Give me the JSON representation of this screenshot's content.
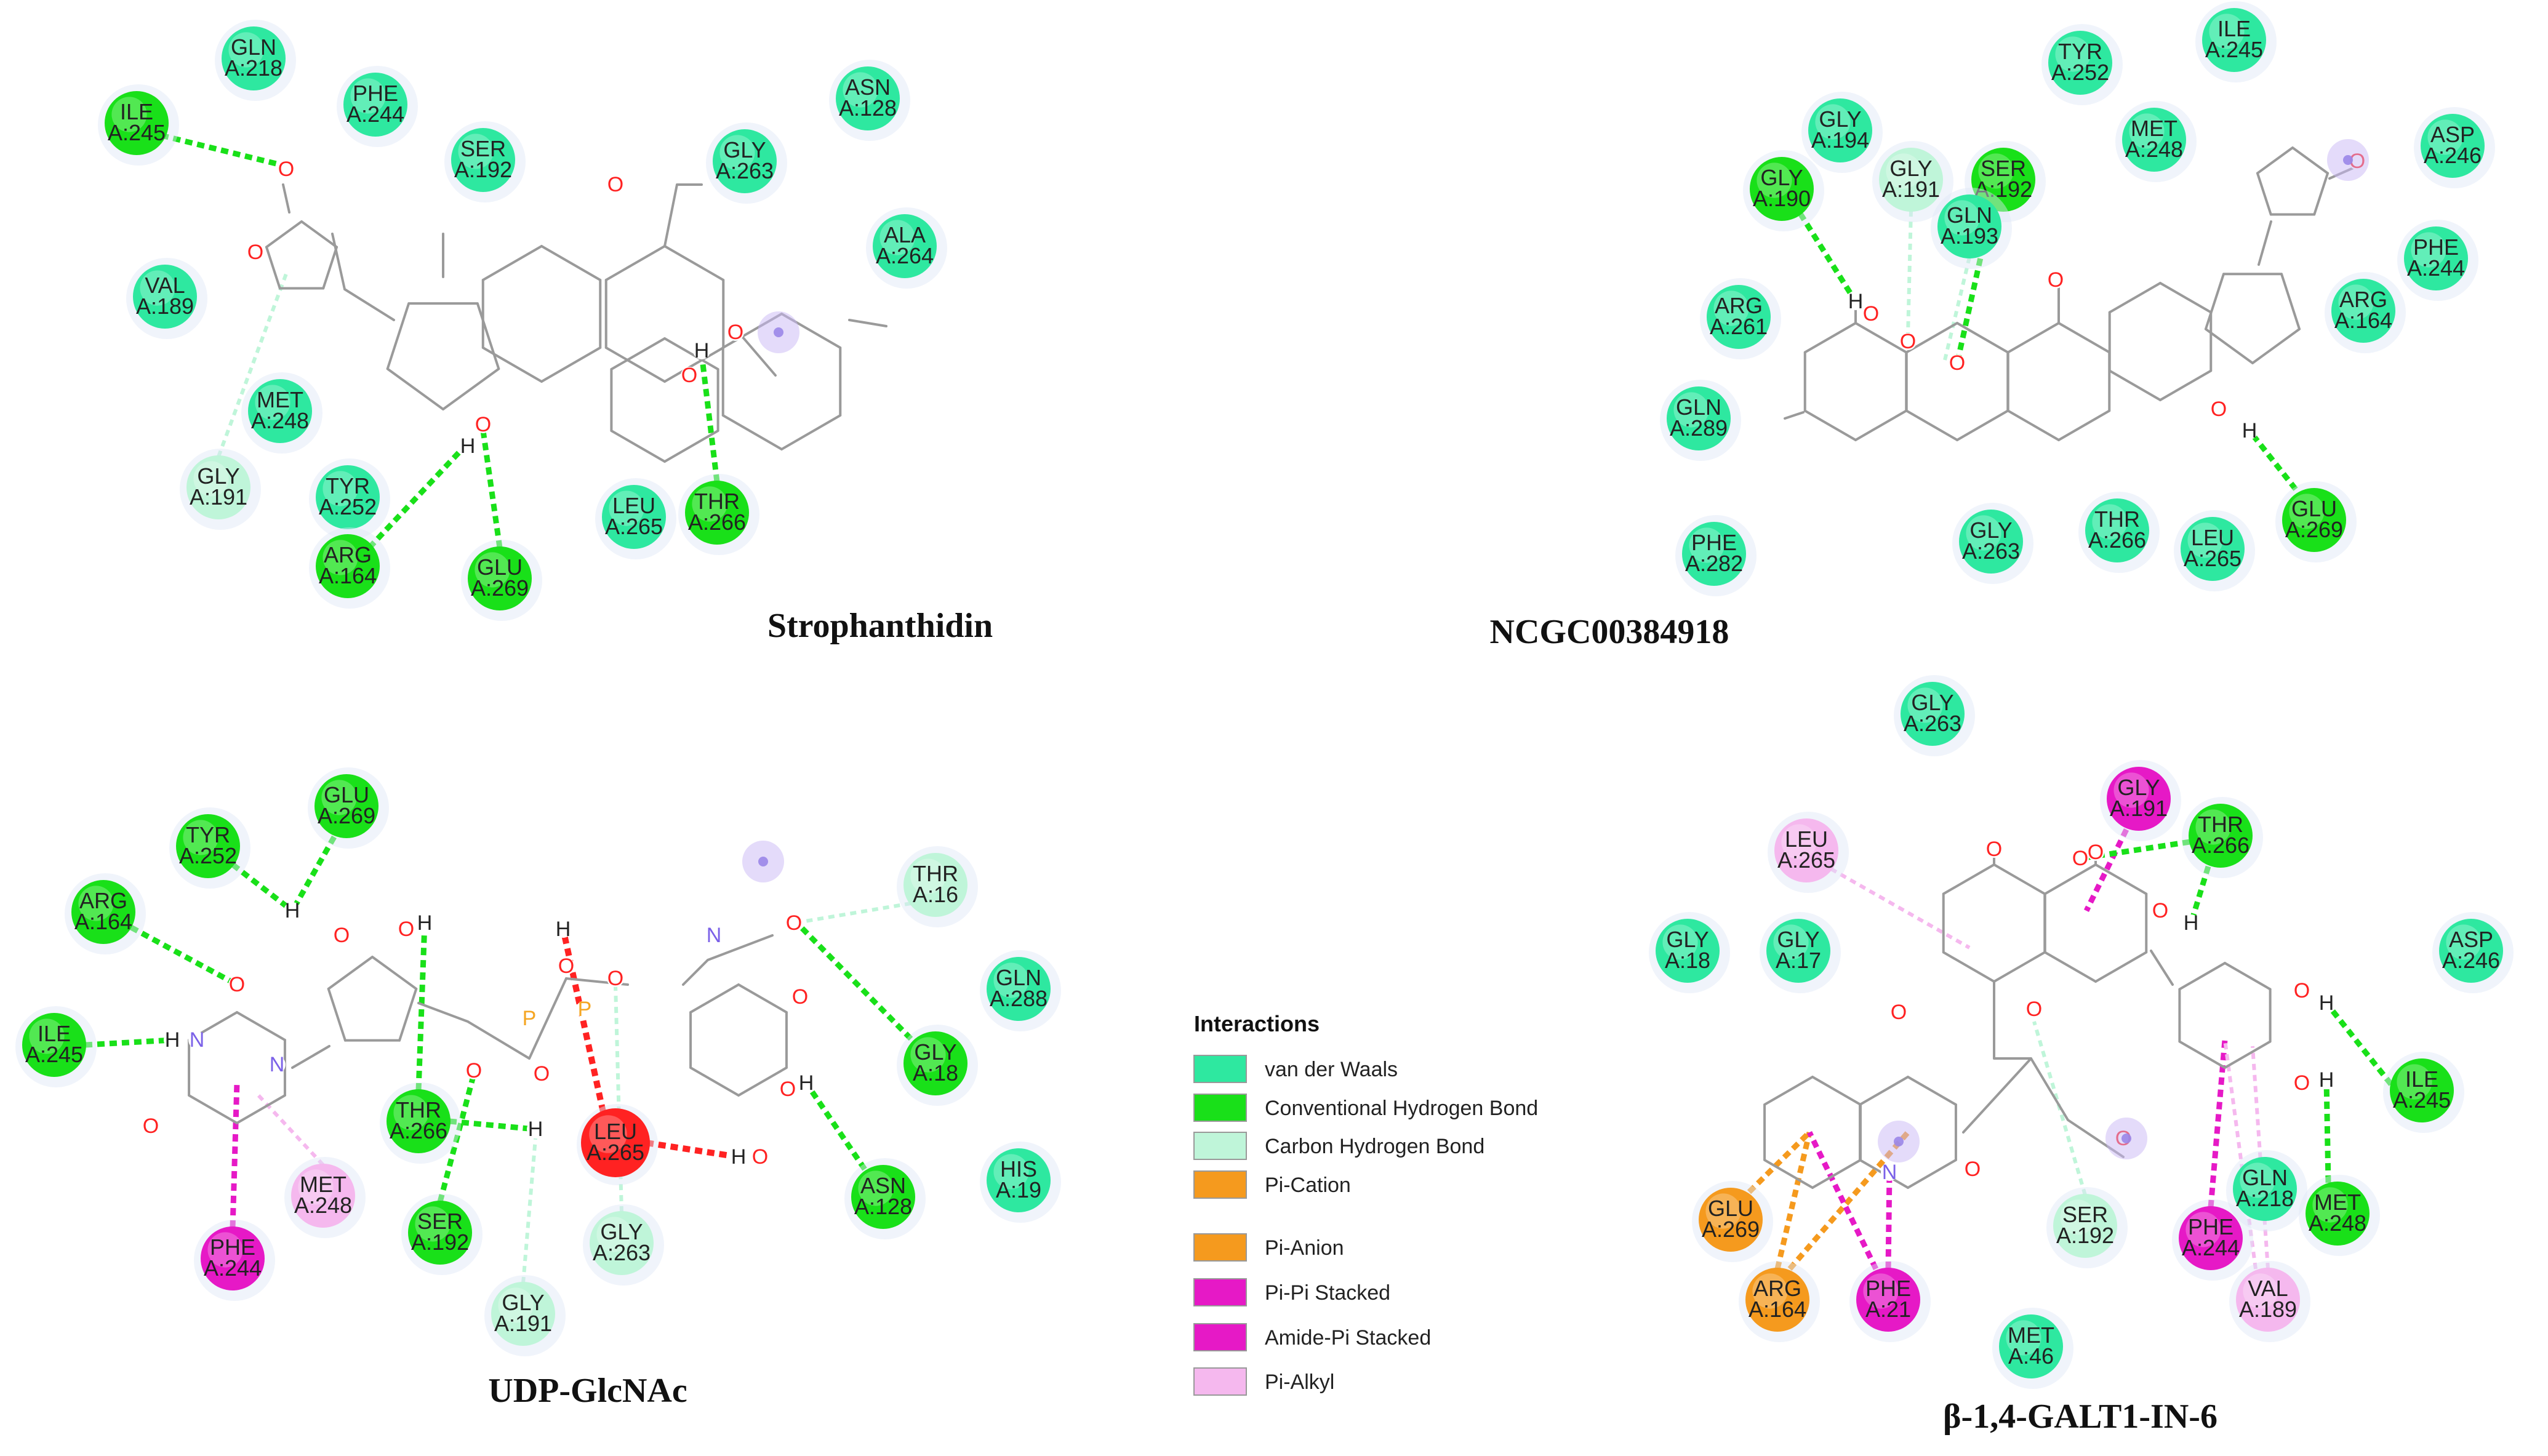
{
  "panels": [
    {
      "id": "p1",
      "title": "Strophanthidin",
      "residues": [
        {
          "name": "GLN",
          "num": "A:218",
          "type": "vdw"
        },
        {
          "name": "PHE",
          "num": "A:244",
          "type": "vdw"
        },
        {
          "name": "ILE",
          "num": "A:245",
          "type": "hbond"
        },
        {
          "name": "SER",
          "num": "A:192",
          "type": "vdw"
        },
        {
          "name": "ASN",
          "num": "A:128",
          "type": "vdw"
        },
        {
          "name": "GLY",
          "num": "A:263",
          "type": "vdw"
        },
        {
          "name": "ALA",
          "num": "A:264",
          "type": "vdw"
        },
        {
          "name": "VAL",
          "num": "A:189",
          "type": "vdw"
        },
        {
          "name": "MET",
          "num": "A:248",
          "type": "vdw"
        },
        {
          "name": "GLY",
          "num": "A:191",
          "type": "chbond"
        },
        {
          "name": "TYR",
          "num": "A:252",
          "type": "vdw"
        },
        {
          "name": "ARG",
          "num": "A:164",
          "type": "hbond"
        },
        {
          "name": "GLU",
          "num": "A:269",
          "type": "hbond"
        },
        {
          "name": "LEU",
          "num": "A:265",
          "type": "vdw"
        },
        {
          "name": "THR",
          "num": "A:266",
          "type": "hbond"
        }
      ]
    },
    {
      "id": "p2",
      "title": "NCGC00384918",
      "residues": [
        {
          "name": "TYR",
          "num": "A:252",
          "type": "vdw"
        },
        {
          "name": "ILE",
          "num": "A:245",
          "type": "vdw"
        },
        {
          "name": "GLY",
          "num": "A:194",
          "type": "vdw"
        },
        {
          "name": "MET",
          "num": "A:248",
          "type": "vdw"
        },
        {
          "name": "ASP",
          "num": "A:246",
          "type": "vdw"
        },
        {
          "name": "GLY",
          "num": "A:190",
          "type": "hbond"
        },
        {
          "name": "GLY",
          "num": "A:191",
          "type": "chbond"
        },
        {
          "name": "SER",
          "num": "A:192",
          "type": "hbond"
        },
        {
          "name": "GLN",
          "num": "A:193",
          "type": "vdw"
        },
        {
          "name": "PHE",
          "num": "A:244",
          "type": "vdw"
        },
        {
          "name": "ARG",
          "num": "A:164",
          "type": "vdw"
        },
        {
          "name": "ARG",
          "num": "A:261",
          "type": "vdw"
        },
        {
          "name": "GLN",
          "num": "A:289",
          "type": "vdw"
        },
        {
          "name": "PHE",
          "num": "A:282",
          "type": "vdw"
        },
        {
          "name": "GLY",
          "num": "A:263",
          "type": "vdw"
        },
        {
          "name": "THR",
          "num": "A:266",
          "type": "vdw"
        },
        {
          "name": "LEU",
          "num": "A:265",
          "type": "vdw"
        },
        {
          "name": "GLU",
          "num": "A:269",
          "type": "hbond"
        }
      ]
    },
    {
      "id": "p3",
      "title": "UDP-GlcNAc",
      "residues": [
        {
          "name": "GLU",
          "num": "A:269",
          "type": "hbond"
        },
        {
          "name": "TYR",
          "num": "A:252",
          "type": "hbond"
        },
        {
          "name": "ARG",
          "num": "A:164",
          "type": "hbond"
        },
        {
          "name": "THR",
          "num": "A:16",
          "type": "chbond"
        },
        {
          "name": "GLN",
          "num": "A:288",
          "type": "vdw"
        },
        {
          "name": "ILE",
          "num": "A:245",
          "type": "hbond"
        },
        {
          "name": "GLY",
          "num": "A:18",
          "type": "hbond"
        },
        {
          "name": "THR",
          "num": "A:266",
          "type": "hbond"
        },
        {
          "name": "LEU",
          "num": "A:265",
          "type": "unfav"
        },
        {
          "name": "MET",
          "num": "A:248",
          "type": "pialkyl"
        },
        {
          "name": "ASN",
          "num": "A:128",
          "type": "hbond"
        },
        {
          "name": "HIS",
          "num": "A:19",
          "type": "vdw"
        },
        {
          "name": "PHE",
          "num": "A:244",
          "type": "pipi"
        },
        {
          "name": "SER",
          "num": "A:192",
          "type": "hbond"
        },
        {
          "name": "GLY",
          "num": "A:263",
          "type": "chbond"
        },
        {
          "name": "GLY",
          "num": "A:191",
          "type": "chbond"
        }
      ]
    },
    {
      "id": "p4",
      "title": "β-1,4-GALT1-IN-6",
      "residues": [
        {
          "name": "GLY",
          "num": "A:263",
          "type": "vdw"
        },
        {
          "name": "GLY",
          "num": "A:191",
          "type": "pipi"
        },
        {
          "name": "LEU",
          "num": "A:265",
          "type": "pialkyl"
        },
        {
          "name": "THR",
          "num": "A:266",
          "type": "hbond"
        },
        {
          "name": "GLY",
          "num": "A:18",
          "type": "vdw"
        },
        {
          "name": "GLY",
          "num": "A:17",
          "type": "vdw"
        },
        {
          "name": "ASP",
          "num": "A:246",
          "type": "vdw"
        },
        {
          "name": "ILE",
          "num": "A:245",
          "type": "hbond"
        },
        {
          "name": "GLN",
          "num": "A:218",
          "type": "vdw"
        },
        {
          "name": "MET",
          "num": "A:248",
          "type": "hbond"
        },
        {
          "name": "GLU",
          "num": "A:269",
          "type": "pianion"
        },
        {
          "name": "SER",
          "num": "A:192",
          "type": "chbond"
        },
        {
          "name": "PHE",
          "num": "A:244",
          "type": "pipi"
        },
        {
          "name": "ARG",
          "num": "A:164",
          "type": "pianion"
        },
        {
          "name": "PHE",
          "num": "A:21",
          "type": "pipi"
        },
        {
          "name": "VAL",
          "num": "A:189",
          "type": "pialkyl"
        },
        {
          "name": "MET",
          "num": "A:46",
          "type": "vdw"
        }
      ]
    }
  ],
  "legend": {
    "title": "Interactions",
    "items": [
      {
        "label": "van der Waals",
        "color": "#2ee8a0"
      },
      {
        "label": "Conventional Hydrogen Bond",
        "color": "#19e019"
      },
      {
        "label": "Carbon Hydrogen Bond",
        "color": "#bff5d9"
      },
      {
        "label": "Pi-Cation",
        "color": "#f59a1e"
      },
      {
        "label": "Pi-Anion",
        "color": "#f59a1e"
      },
      {
        "label": "Pi-Pi Stacked",
        "color": "#e619c6"
      },
      {
        "label": "Amide-Pi Stacked",
        "color": "#e619c6"
      },
      {
        "label": "Pi-Alkyl",
        "color": "#f5b8ee"
      }
    ]
  },
  "colors": {
    "vdw": "#2ee8a0",
    "hbond": "#19e019",
    "chbond": "#bff5d9",
    "pianion": "#f59a1e",
    "pipi": "#e619c6",
    "pialkyl": "#f5b8ee",
    "unfav": "#ff2222",
    "bond": "#9a9a9a",
    "oxygen": "#ff2222",
    "nitrogen": "#7b61e8",
    "phosphorus": "#f5a623"
  },
  "atoms": {
    "O": "O",
    "H": "H",
    "N": "N",
    "P": "P"
  }
}
